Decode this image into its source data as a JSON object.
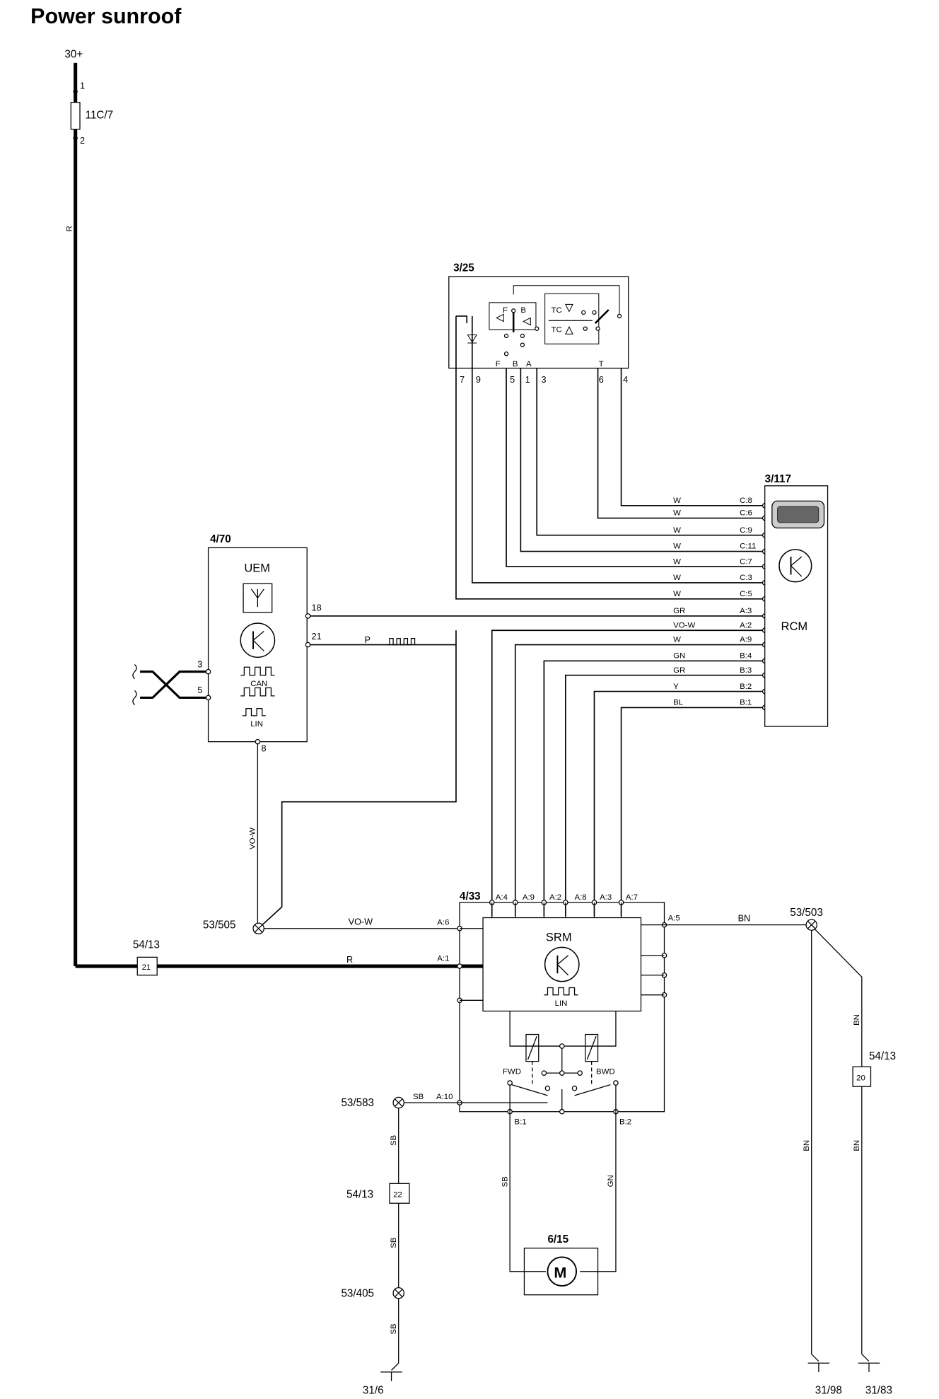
{
  "title": "Power sunroof",
  "supply": {
    "label": "30+",
    "pin1": "1",
    "pin2": "2",
    "fuse": "11C/7",
    "wire": "R"
  },
  "switch": {
    "id": "3/25",
    "F": "F",
    "B": "B",
    "TC1": "TC",
    "TC2": "TC",
    "bottom": [
      "F",
      "B",
      "A",
      "T"
    ],
    "pins": [
      "7",
      "9",
      "5",
      "1",
      "3",
      "6",
      "4"
    ]
  },
  "rcm": {
    "id": "3/117",
    "name": "RCM",
    "rows": [
      {
        "wire": "W",
        "pin": "C:8"
      },
      {
        "wire": "W",
        "pin": "C:6"
      },
      {
        "wire": "W",
        "pin": "C:9"
      },
      {
        "wire": "W",
        "pin": "C:11"
      },
      {
        "wire": "W",
        "pin": "C:7"
      },
      {
        "wire": "W",
        "pin": "C:3"
      },
      {
        "wire": "W",
        "pin": "C:5"
      },
      {
        "wire": "GR",
        "pin": "A:3"
      },
      {
        "wire": "VO-W",
        "pin": "A:2"
      },
      {
        "wire": "W",
        "pin": "A:9"
      },
      {
        "wire": "GN",
        "pin": "B:4"
      },
      {
        "wire": "GR",
        "pin": "B:3"
      },
      {
        "wire": "Y",
        "pin": "B:2"
      },
      {
        "wire": "BL",
        "pin": "B:1"
      }
    ]
  },
  "uem": {
    "id": "4/70",
    "name": "UEM",
    "pin18": "18",
    "pin21": "21",
    "pin3": "3",
    "pin5": "5",
    "pin8": "8",
    "can": "CAN",
    "lin": "LIN",
    "p_wire": "P",
    "vo_w": "VO-W"
  },
  "srm": {
    "id": "4/33",
    "name": "SRM",
    "lin": "LIN",
    "top_pins": [
      "A:4",
      "A:9",
      "A:2",
      "A:8",
      "A:3",
      "A:7"
    ],
    "a6": "A:6",
    "a1": "A:1",
    "a5": "A:5",
    "a10": "A:10",
    "b1": "B:1",
    "b2": "B:2",
    "fwd": "FWD",
    "bwd": "BWD"
  },
  "nodes": {
    "n505": "53/505",
    "n503": "53/503",
    "n583": "53/583",
    "n405": "53/405",
    "c5413a": "54/13",
    "c21": "21",
    "c5413b": "54/13",
    "c20": "20",
    "c5413c": "54/13",
    "c22": "22"
  },
  "wires": {
    "vo_w": "VO-W",
    "r": "R",
    "bn": "BN",
    "sb": "SB",
    "gn": "GN"
  },
  "motor": {
    "id": "6/15",
    "symbol": "M"
  },
  "grounds": {
    "g1": "31/6",
    "g2": "31/98",
    "g3": "31/83"
  }
}
